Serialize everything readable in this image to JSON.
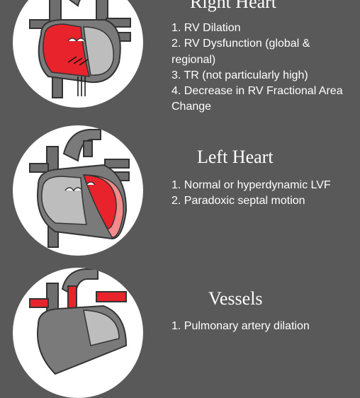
{
  "sections": [
    {
      "title": "Right Heart",
      "icon": "right-heart-illustration",
      "items": [
        "1. RV Dilation",
        "2. RV Dysfunction (global & regional)",
        "3. TR (not particularly high)",
        "4. Decrease in RV Fractional Area Change"
      ]
    },
    {
      "title": "Left Heart",
      "icon": "left-heart-illustration",
      "items": [
        "1. Normal or hyperdynamic LVF",
        "2. Paradoxic septal motion"
      ]
    },
    {
      "title": "Vessels",
      "icon": "vessels-heart-illustration",
      "items": [
        "1. Pulmonary artery dilation"
      ]
    }
  ],
  "colors": {
    "background": "#595959",
    "heart_grey": "#7a7a7a",
    "heart_light": "#bdbdbd",
    "highlight_red": "#e8232b",
    "highlight_pink": "#f38a8c"
  }
}
